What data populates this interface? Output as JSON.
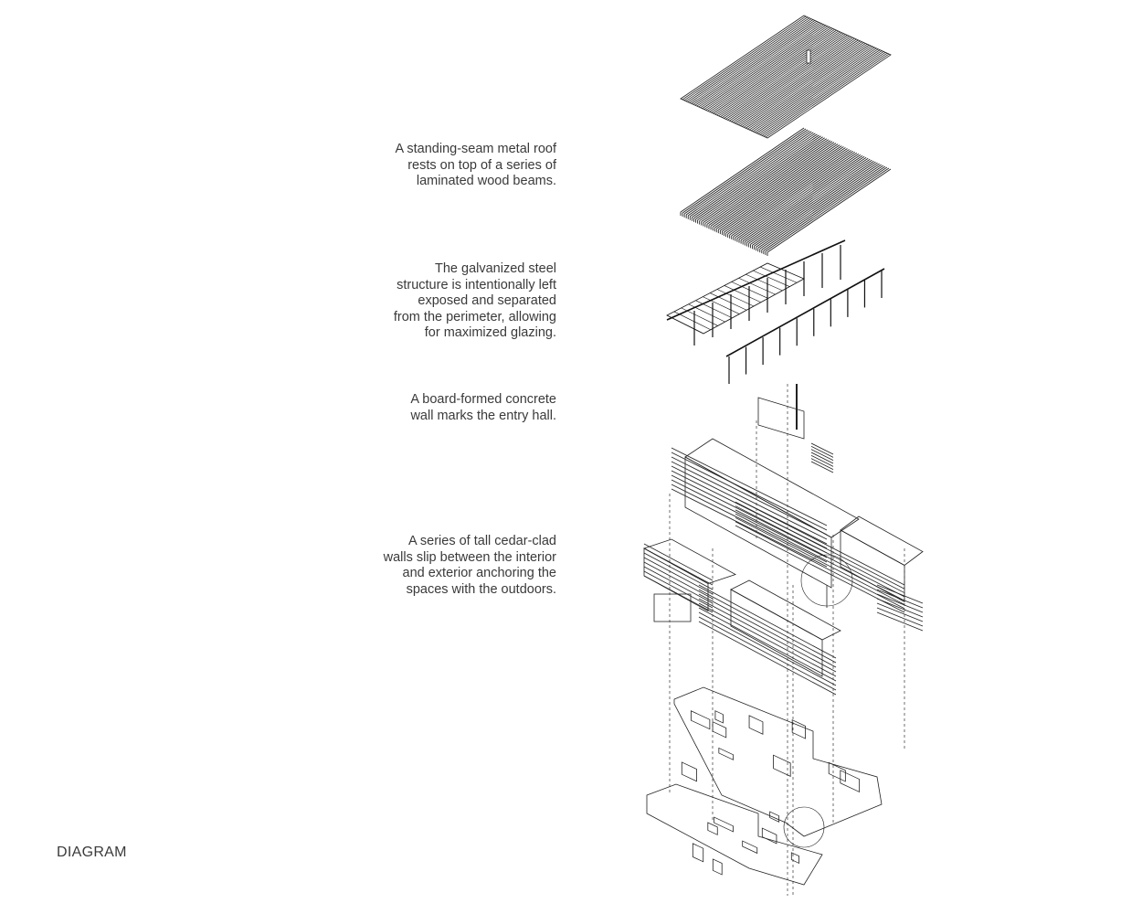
{
  "notes": [
    {
      "lines": [
        "A standing-seam metal roof",
        "rests on top of a series of",
        "laminated wood beams."
      ]
    },
    {
      "lines": [
        "The galvanized steel",
        "structure is intentionally left",
        "exposed and separated",
        "from the perimeter, allowing",
        "for maximized glazing."
      ]
    },
    {
      "lines": [
        "A board-formed concrete",
        "wall marks the entry hall."
      ]
    },
    {
      "lines": [
        "A series of tall cedar-clad",
        "walls slip between the interior",
        "and exterior anchoring the",
        "spaces with the outdoors."
      ]
    }
  ],
  "label": "DIAGRAM"
}
